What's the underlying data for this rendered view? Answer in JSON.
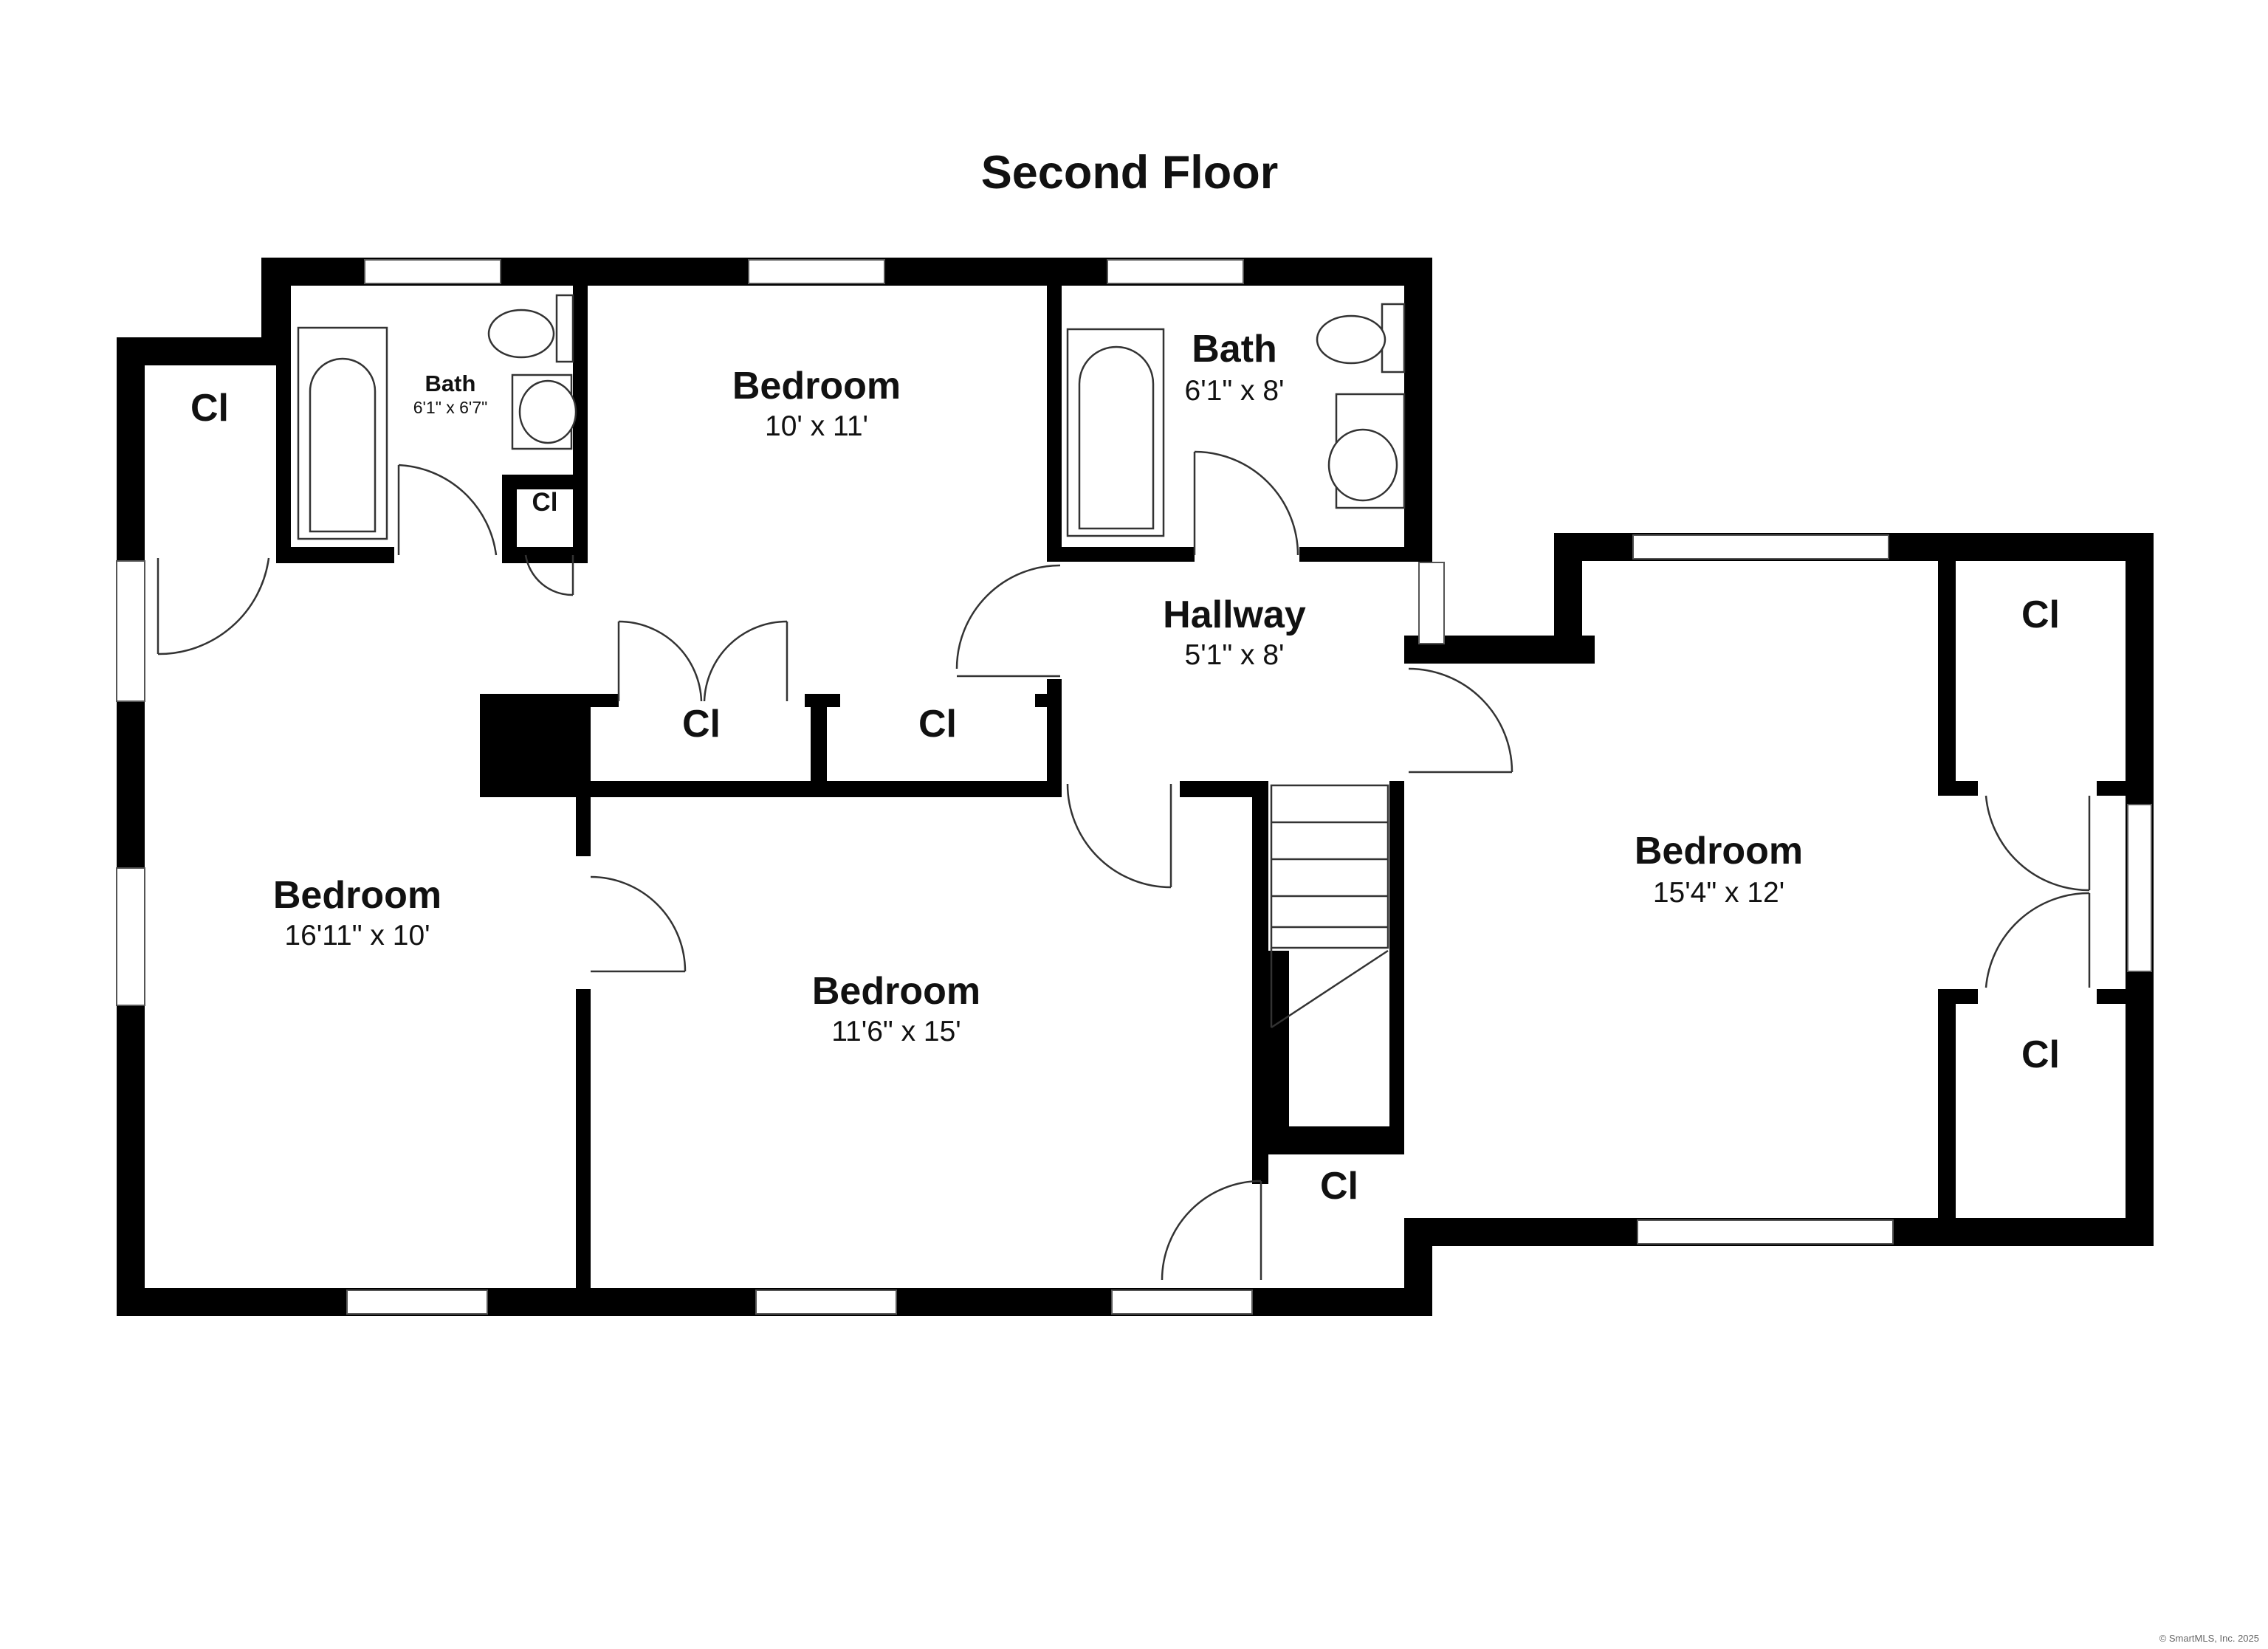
{
  "title": "Second Floor",
  "credit": "© SmartMLS, Inc. 2025",
  "rooms": {
    "bath_small": {
      "name": "Bath",
      "dims": "6'1\" x 6'7\""
    },
    "bedroom_top": {
      "name": "Bedroom",
      "dims": "10' x 11'"
    },
    "bath_large": {
      "name": "Bath",
      "dims": "6'1\" x 8'"
    },
    "hallway": {
      "name": "Hallway",
      "dims": "5'1\" x 8'"
    },
    "bedroom_left": {
      "name": "Bedroom",
      "dims": "16'11\" x 10'"
    },
    "bedroom_center": {
      "name": "Bedroom",
      "dims": "11'6\" x 15'"
    },
    "bedroom_right": {
      "name": "Bedroom",
      "dims": "15'4\" x 12'"
    }
  },
  "closets": {
    "cl_top_left": "Cl",
    "cl_small_bath": "Cl",
    "cl_mid_1": "Cl",
    "cl_mid_2": "Cl",
    "cl_right_top": "Cl",
    "cl_right_bottom": "Cl",
    "cl_stair": "Cl"
  },
  "colors": {
    "wall": "#000000",
    "background": "#ffffff"
  }
}
